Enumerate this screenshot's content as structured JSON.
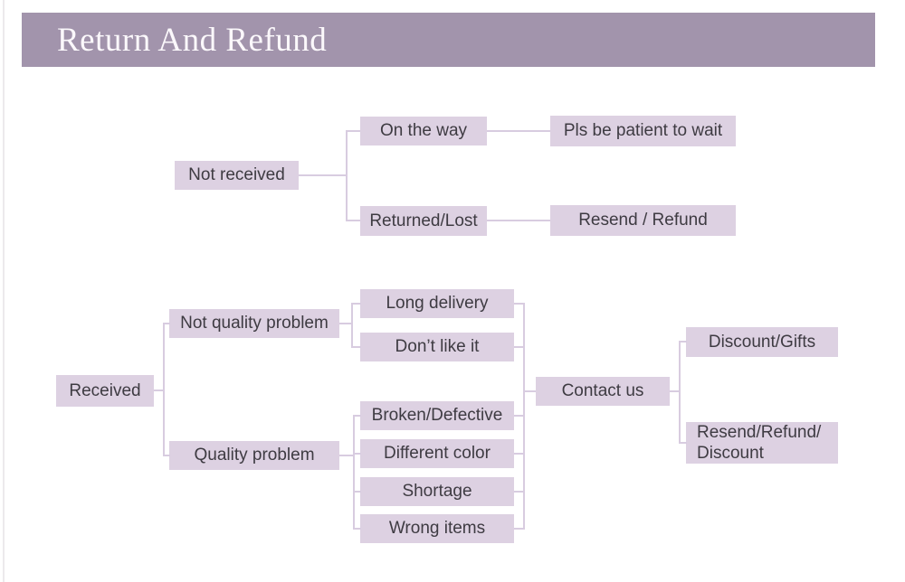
{
  "header": {
    "title": "Return And Refund"
  },
  "colors": {
    "header_bg": "#a294ac",
    "header_text": "#fbf8fb",
    "node_fill": "#ddd1e2",
    "node_text": "#3e3b42",
    "connector": "#d8cce0",
    "page_bg": "#ffffff"
  },
  "nodes": {
    "not_received": "Not received",
    "on_the_way": "On the way",
    "pls_be_patient": "Pls be patient to wait",
    "returned_lost": "Returned/Lost",
    "resend_refund": "Resend / Refund",
    "received": "Received",
    "not_quality_problem": "Not quality problem",
    "quality_problem": "Quality problem",
    "long_delivery": "Long delivery",
    "dont_like_it": "Don’t like it",
    "broken_defective": "Broken/Defective",
    "different_color": "Different color",
    "shortage": "Shortage",
    "wrong_items": "Wrong items",
    "contact_us": "Contact us",
    "discount_gifts": "Discount/Gifts",
    "resend_refund_discount_line1": "Resend/Refund/",
    "resend_refund_discount_line2": "Discount"
  },
  "edges": [
    {
      "from": "Not received",
      "to": "On the way"
    },
    {
      "from": "Not received",
      "to": "Returned/Lost"
    },
    {
      "from": "On the way",
      "to": "Pls be patient to wait"
    },
    {
      "from": "Returned/Lost",
      "to": "Resend / Refund"
    },
    {
      "from": "Received",
      "to": "Not quality problem"
    },
    {
      "from": "Received",
      "to": "Quality problem"
    },
    {
      "from": "Not quality problem",
      "to": "Long delivery"
    },
    {
      "from": "Not quality problem",
      "to": "Don’t like it"
    },
    {
      "from": "Quality problem",
      "to": "Broken/Defective"
    },
    {
      "from": "Quality problem",
      "to": "Different color"
    },
    {
      "from": "Quality problem",
      "to": "Shortage"
    },
    {
      "from": "Quality problem",
      "to": "Wrong items"
    },
    {
      "from": "Long delivery",
      "to": "Contact us"
    },
    {
      "from": "Don’t like it",
      "to": "Contact us"
    },
    {
      "from": "Broken/Defective",
      "to": "Contact us"
    },
    {
      "from": "Different color",
      "to": "Contact us"
    },
    {
      "from": "Shortage",
      "to": "Contact us"
    },
    {
      "from": "Wrong items",
      "to": "Contact us"
    },
    {
      "from": "Contact us",
      "to": "Discount/Gifts"
    },
    {
      "from": "Contact us",
      "to": "Resend/Refund/Discount"
    }
  ]
}
